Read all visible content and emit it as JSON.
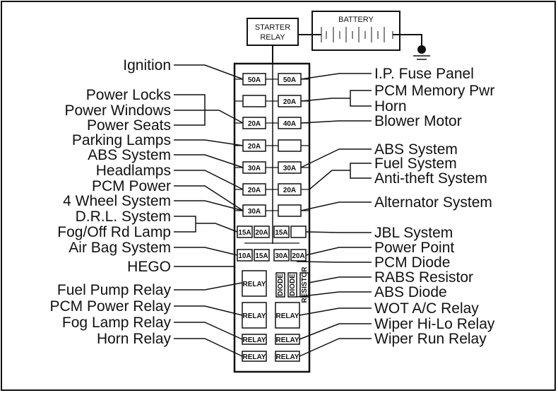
{
  "header": {
    "starter_relay": [
      "STARTER",
      "RELAY"
    ],
    "battery": "BATTERY"
  },
  "fuse_rows": [
    {
      "left": "50A",
      "right": "50A"
    },
    {
      "left": "",
      "right": "20A"
    },
    {
      "left": "20A",
      "right": "40A"
    },
    {
      "left": "20A",
      "right": ""
    },
    {
      "left": "30A",
      "right": "30A"
    },
    {
      "left": "20A",
      "right": "20A"
    },
    {
      "left": "30A",
      "right": ""
    }
  ],
  "mini_fuses": {
    "row1": [
      "15A",
      "20A",
      "15A",
      ""
    ],
    "row2": [
      "10A",
      "15A",
      "30A",
      "20A"
    ]
  },
  "components": {
    "relay": "RELAY",
    "diode": "DIODE",
    "resistor": "RESISTOR"
  },
  "left_labels": [
    "Ignition",
    "Power Locks",
    "Power Windows",
    "Power Seats",
    "Parking Lamps",
    "ABS System",
    "Headlamps",
    "PCM Power",
    "4 Wheel System",
    "D.R.L. System",
    "Fog/Off Rd Lamp",
    "Air Bag System",
    "HEGO",
    "Fuel Pump Relay",
    "PCM Power Relay",
    "Fog Lamp Relay",
    "Horn Relay"
  ],
  "right_labels": [
    "I.P. Fuse Panel",
    "PCM Memory Pwr",
    "Horn",
    "Blower Motor",
    "ABS System",
    "Fuel System",
    "Anti-theft System",
    "Alternator System",
    "JBL System",
    "Power Point",
    "PCM Diode",
    "RABS Resistor",
    "ABS Diode",
    "WOT A/C Relay",
    "Wiper Hi-Lo Relay",
    "Wiper Run Relay"
  ]
}
